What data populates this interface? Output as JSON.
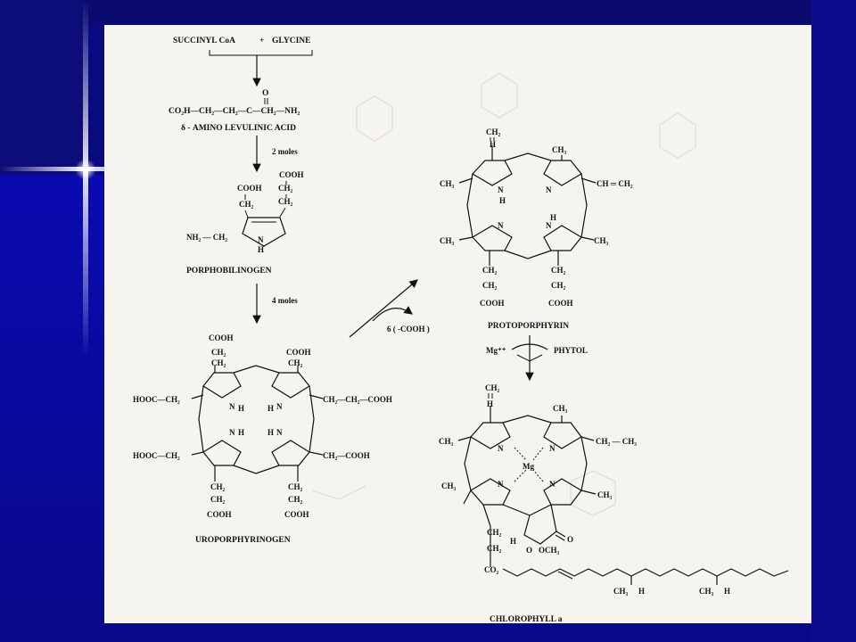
{
  "slide": {
    "background": "#0a0a80",
    "page_color": "#f6f4ee"
  },
  "labels": {
    "start": "SUCCINYL CoA",
    "plus": "+",
    "glycine": "GLYCINE",
    "ala_formula_a": "CO₂H—CH₂—CH₂—C—CH₂—NH₂",
    "ala_oxygen": "O",
    "ala_name": "δ - AMINO LEVULINIC ACID",
    "step_2moles": "2 moles",
    "porpho_name": "PORPHOBILINOGEN",
    "step_4moles": "4 moles",
    "decarboxylation": "6 ( -COOH )",
    "uro_name": "UROPORPHYRINOGEN",
    "proto_name": "PROTOPORPHYRIN",
    "mg": "Mg⁺⁺",
    "phytol": "PHYTOL",
    "chl_name": "CHLOROPHYLL a"
  },
  "groups": {
    "cooh": "COOH",
    "ch2": "CH₂",
    "ch3": "CH₃",
    "nh2_ch2": "NH₂ — CH₂",
    "n": "N",
    "h": "H",
    "hooc_ch2": "HOOC—CH₂",
    "ch2_ch2_cooh": "CH₂—CH₂—COOH",
    "ch2_cooh": "CH₂—COOH",
    "vinyl": "CH ═ CH₂",
    "ethyl": "CH₂ — CH₃",
    "mg_center": "Mg",
    "ester_o": "O",
    "ester_och3": "OCH₃",
    "co2": "CO₂",
    "c_methyl": "C",
    "o_keto": "O"
  }
}
